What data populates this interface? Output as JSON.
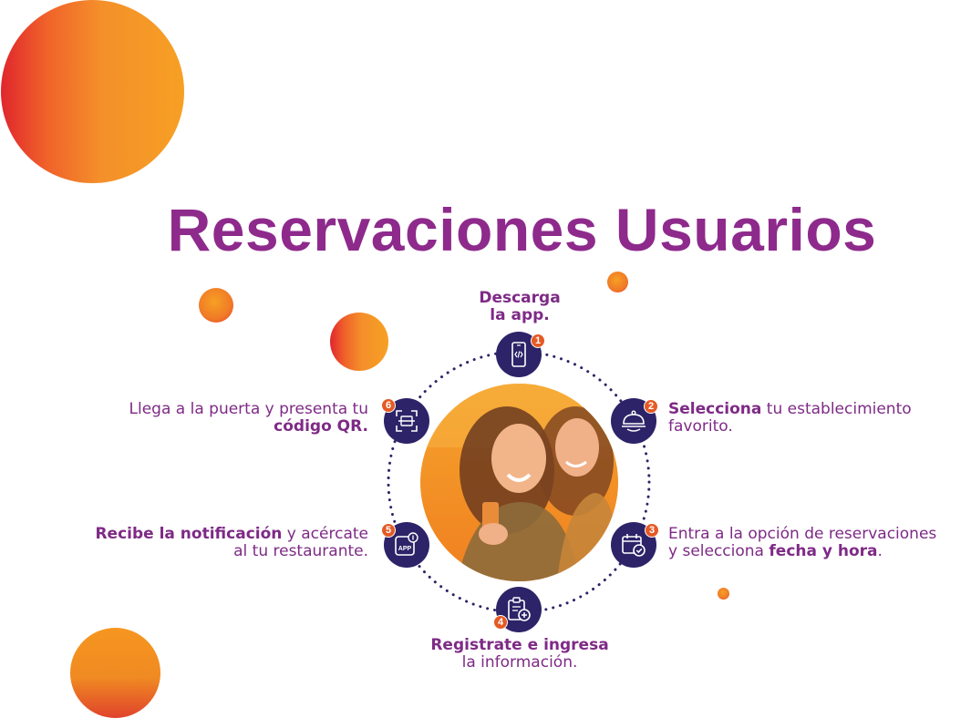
{
  "title": "Reservaciones Usuarios",
  "steps": [
    {
      "number": "1",
      "icon": "mobile-code-icon",
      "bold": "Descarga",
      "bold2": "la app.",
      "text": ""
    },
    {
      "number": "2",
      "icon": "food-cloche-icon",
      "bold": "Selecciona",
      "text": " tu establecimiento",
      "text2": "favorito."
    },
    {
      "number": "3",
      "icon": "calendar-check-icon",
      "text": "Entra a la opción de reservaciones",
      "text2": "y selecciona ",
      "bold": "fecha y hora",
      "after": "."
    },
    {
      "number": "4",
      "icon": "clipboard-add-icon",
      "bold": "Registrate e ingresa",
      "text2": "la información."
    },
    {
      "number": "5",
      "icon": "app-notification-icon",
      "bold": "Recibe la notificación",
      "text": " y acércate",
      "text2": "al tu restaurante."
    },
    {
      "number": "6",
      "icon": "qr-scan-icon",
      "text": "Llega a la puerta y presenta tu",
      "bold": "código QR."
    }
  ],
  "colors": {
    "title": "#8e2a8c",
    "label": "#7e2a86",
    "icon_bg": "#2d2368",
    "badge": "#e55a25",
    "ring": "#2d2368"
  }
}
